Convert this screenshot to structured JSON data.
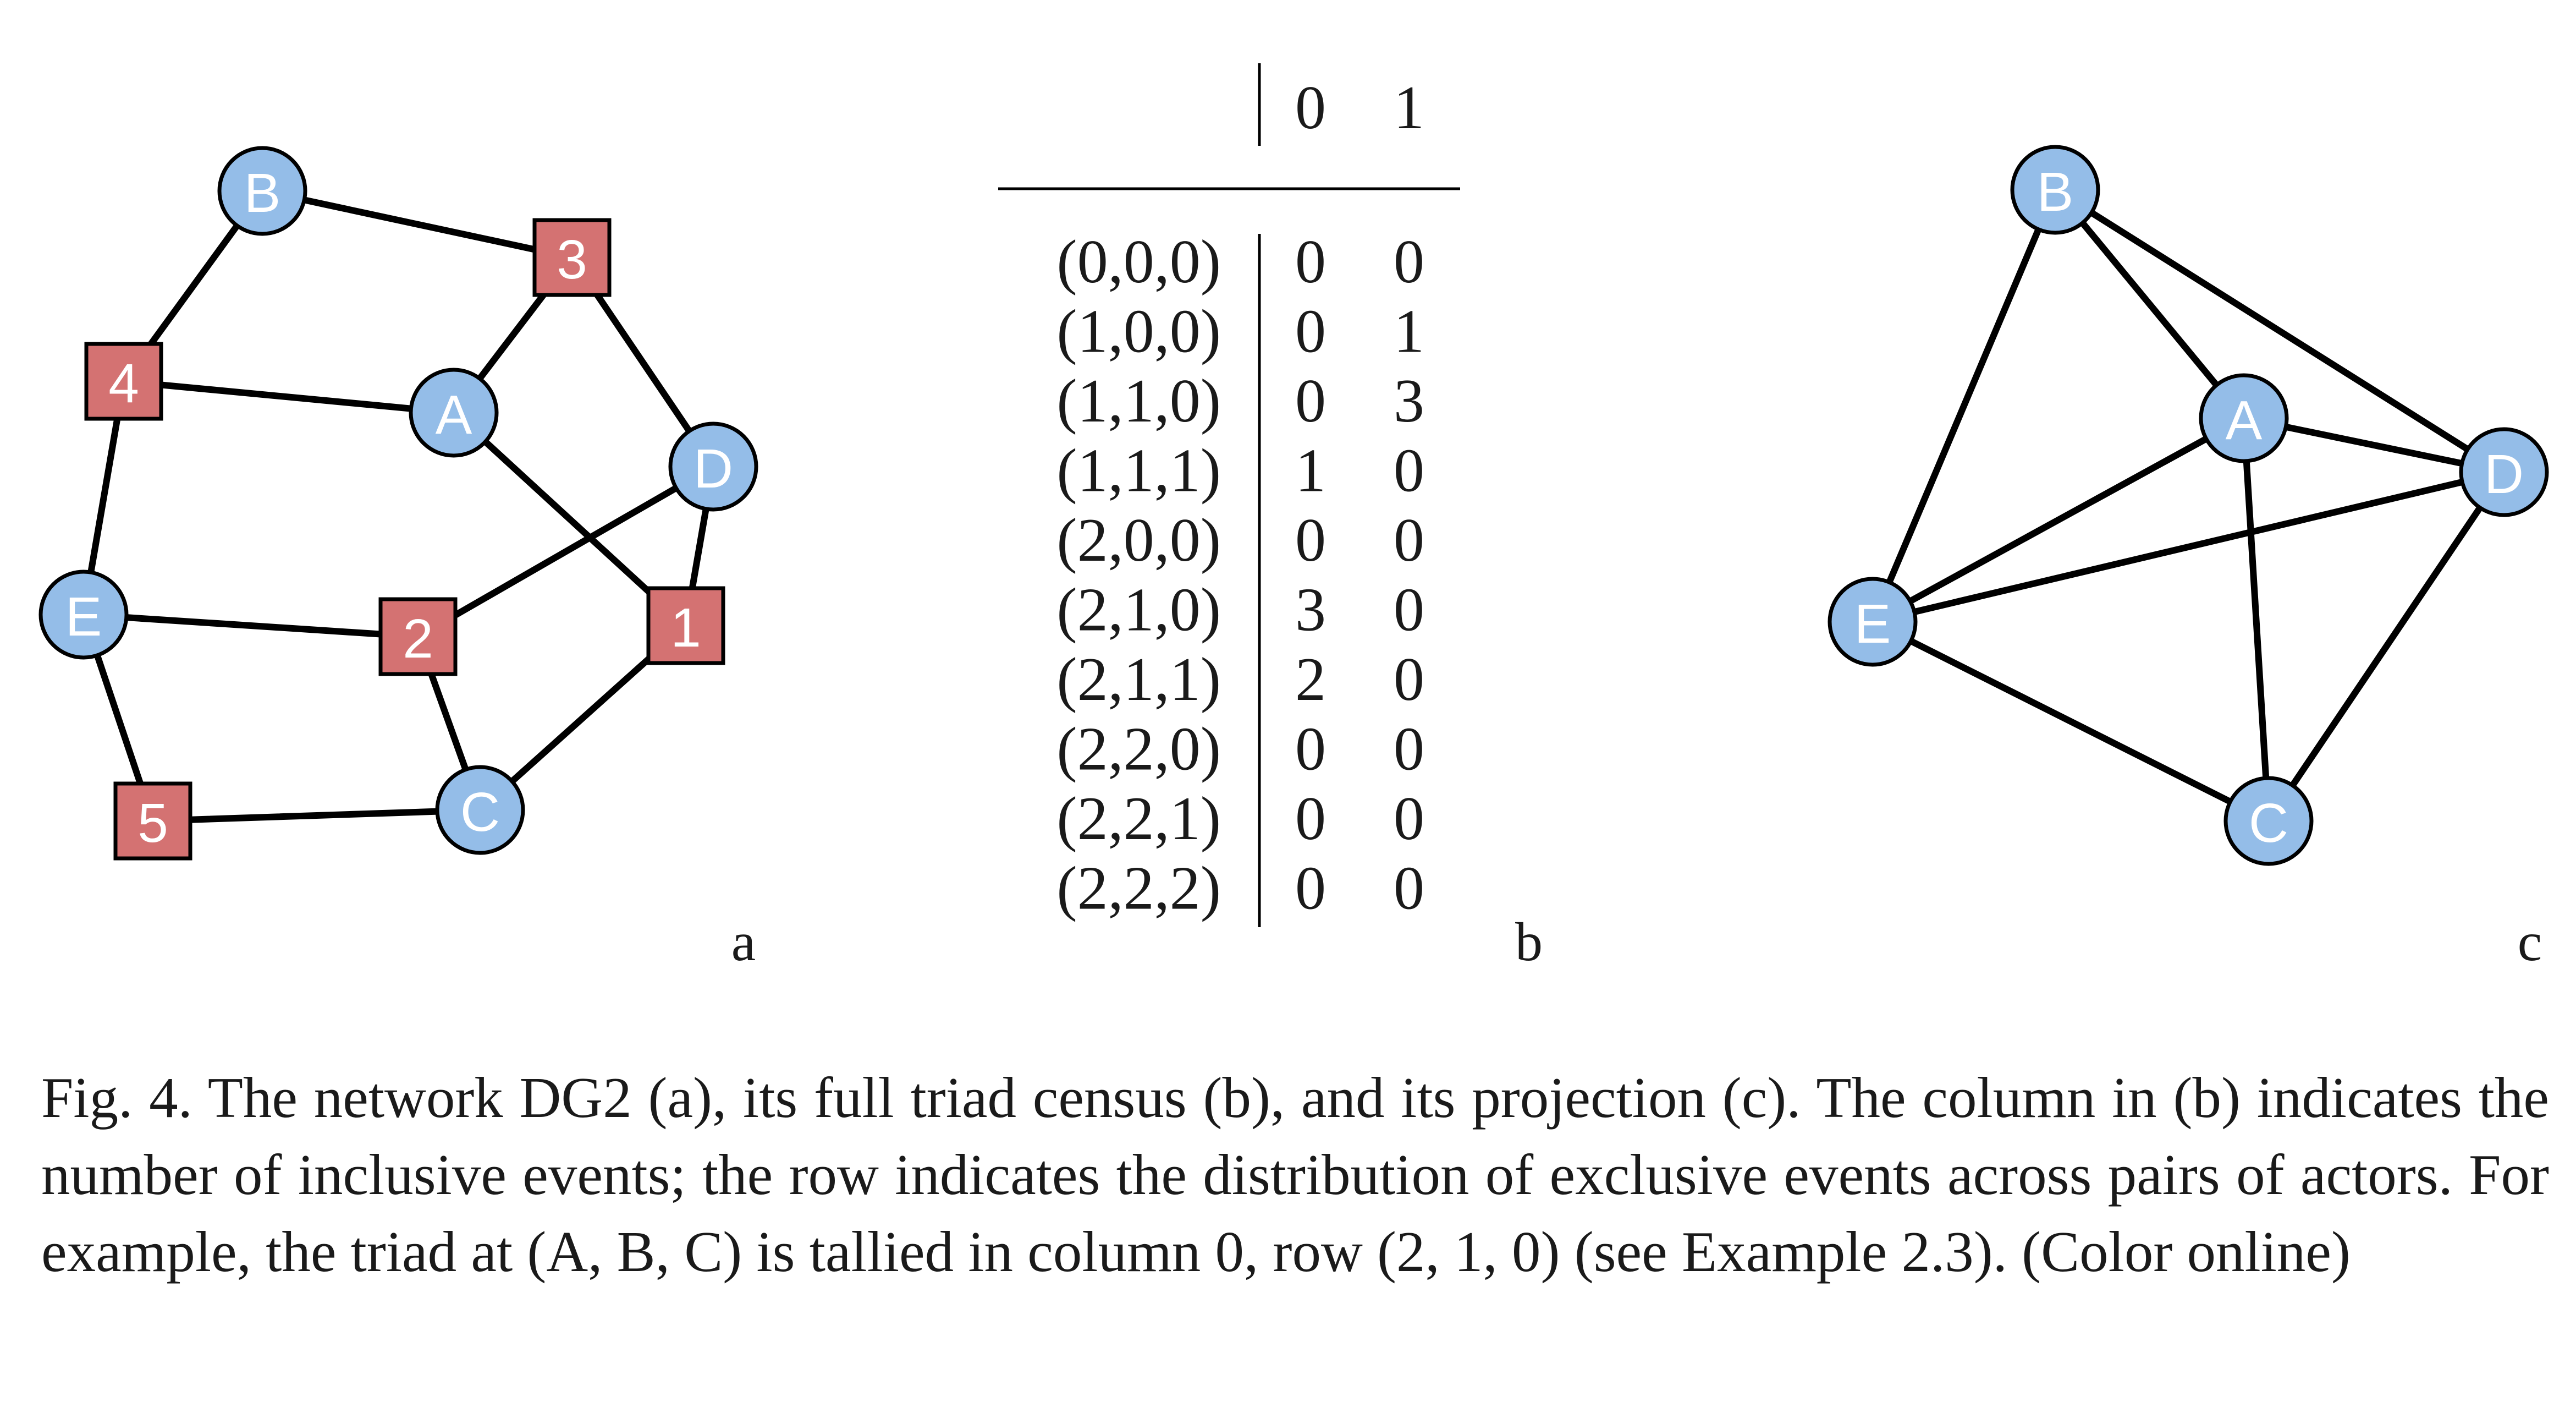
{
  "panel_a": {
    "label": "a",
    "nodes": [
      {
        "id": "B",
        "shape": "circle"
      },
      {
        "id": "3",
        "shape": "square"
      },
      {
        "id": "4",
        "shape": "square"
      },
      {
        "id": "A",
        "shape": "circle"
      },
      {
        "id": "D",
        "shape": "circle"
      },
      {
        "id": "E",
        "shape": "circle"
      },
      {
        "id": "2",
        "shape": "square"
      },
      {
        "id": "1",
        "shape": "square"
      },
      {
        "id": "5",
        "shape": "square"
      },
      {
        "id": "C",
        "shape": "circle"
      }
    ],
    "edges": [
      [
        "B",
        "3"
      ],
      [
        "B",
        "4"
      ],
      [
        "3",
        "A"
      ],
      [
        "3",
        "D"
      ],
      [
        "4",
        "A"
      ],
      [
        "4",
        "E"
      ],
      [
        "A",
        "1"
      ],
      [
        "D",
        "1"
      ],
      [
        "D",
        "2"
      ],
      [
        "E",
        "2"
      ],
      [
        "E",
        "5"
      ],
      [
        "2",
        "C"
      ],
      [
        "1",
        "C"
      ],
      [
        "5",
        "C"
      ]
    ]
  },
  "panel_b": {
    "label": "b",
    "columns": [
      "0",
      "1"
    ],
    "rows": [
      {
        "label": "(0,0,0)",
        "values": [
          "0",
          "0"
        ]
      },
      {
        "label": "(1,0,0)",
        "values": [
          "0",
          "1"
        ]
      },
      {
        "label": "(1,1,0)",
        "values": [
          "0",
          "3"
        ]
      },
      {
        "label": "(1,1,1)",
        "values": [
          "1",
          "0"
        ]
      },
      {
        "label": "(2,0,0)",
        "values": [
          "0",
          "0"
        ]
      },
      {
        "label": "(2,1,0)",
        "values": [
          "3",
          "0"
        ]
      },
      {
        "label": "(2,1,1)",
        "values": [
          "2",
          "0"
        ]
      },
      {
        "label": "(2,2,0)",
        "values": [
          "0",
          "0"
        ]
      },
      {
        "label": "(2,2,1)",
        "values": [
          "0",
          "0"
        ]
      },
      {
        "label": "(2,2,2)",
        "values": [
          "0",
          "0"
        ]
      }
    ]
  },
  "panel_c": {
    "label": "c",
    "nodes": [
      {
        "id": "B",
        "shape": "circle"
      },
      {
        "id": "A",
        "shape": "circle"
      },
      {
        "id": "D",
        "shape": "circle"
      },
      {
        "id": "E",
        "shape": "circle"
      },
      {
        "id": "C",
        "shape": "circle"
      }
    ],
    "edges": [
      [
        "B",
        "A"
      ],
      [
        "B",
        "D"
      ],
      [
        "B",
        "E"
      ],
      [
        "A",
        "D"
      ],
      [
        "A",
        "E"
      ],
      [
        "A",
        "C"
      ],
      [
        "D",
        "E"
      ],
      [
        "D",
        "C"
      ],
      [
        "E",
        "C"
      ]
    ]
  },
  "caption": "Fig. 4. The network DG2 (a), its full triad census (b), and its projection (c). The column in (b) indicates the number of inclusive events; the row indicates the distribution of exclusive events across pairs of actors. For example, the triad at (A, B, C) is tallied in column 0, row (2, 1, 0) (see Example 2.3). (Color online)"
}
